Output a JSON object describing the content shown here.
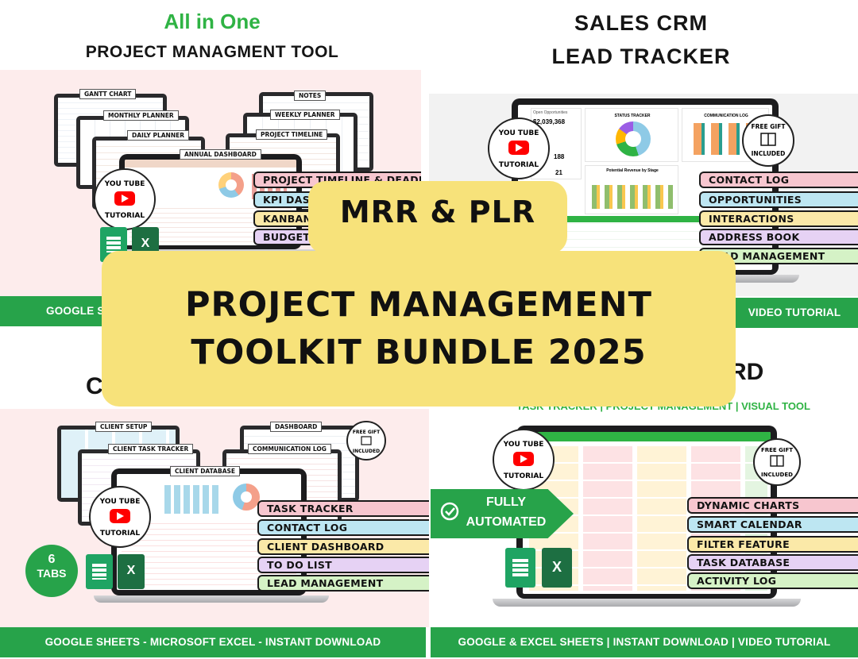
{
  "q1": {
    "title_line1": "All in One",
    "title_line2": "PROJECT MANAGMENT TOOL",
    "footer": "GOOGLE SHEETS - MICROSOFT EXCEL",
    "footer_visible": "GOOGLE S",
    "labels": [
      "GANTT CHART",
      "MONTHLY PLANNER",
      "DAILY PLANNER",
      "ANNUAL DASHBOARD",
      "NOTES",
      "WEEKLY PLANNER",
      "PROJECT TIMELINE"
    ],
    "features": [
      {
        "label": "PROJECT TIMELINE & DEADLINE",
        "color": "#f7c6cf"
      },
      {
        "label": "KPI DASHBOARD",
        "color": "#bde6f2"
      },
      {
        "label": "KANBAN BOARD",
        "color": "#fbe9a8"
      },
      {
        "label": "BUDGET ANALYSIS",
        "color": "#e6d2f4"
      }
    ],
    "youtube_lines": [
      "YOU TUBE",
      "TUTORIAL"
    ]
  },
  "q2": {
    "title_line1": "SALES CRM",
    "title_line2": "LEAD TRACKER",
    "footer": "VIDEO TUTORIAL",
    "widgets": {
      "open_opportunities": "Open Opportunities",
      "amount": "$2,039,368",
      "count1": "188",
      "count2": "21",
      "status_tracker": "STATUS TRACKER",
      "communication_log": "COMMUNICATION LOG",
      "potential_revenue": "Potential Revenue by Stage"
    },
    "features": [
      {
        "label": "CONTACT LOG",
        "color": "#f7c6cf"
      },
      {
        "label": "OPPORTUNITIES",
        "color": "#bde6f2"
      },
      {
        "label": "INTERACTIONS",
        "color": "#fbe9a8"
      },
      {
        "label": "ADDRESS BOOK",
        "color": "#e6d2f4"
      },
      {
        "label": "LEAD MANAGEMENT",
        "color": "#d5f2c6"
      }
    ],
    "youtube_lines": [
      "YOU TUBE",
      "TUTORIAL"
    ],
    "gift_lines": [
      "FREE GIFT",
      "INCLUDED"
    ]
  },
  "q3": {
    "title_partial": "C",
    "footer": "GOOGLE SHEETS - MICROSOFT EXCEL - INSTANT DOWNLOAD",
    "labels": [
      "CLIENT SETUP",
      "CLIENT TASK TRACKER",
      "CLIENT DATABASE",
      "DASHBOARD",
      "COMMUNICATION LOG"
    ],
    "features": [
      {
        "label": "TASK TRACKER",
        "color": "#f7c6cf"
      },
      {
        "label": "CONTACT LOG",
        "color": "#bde6f2"
      },
      {
        "label": "CLIENT DASHBOARD",
        "color": "#fbe9a8"
      },
      {
        "label": "TO DO LIST",
        "color": "#e6d2f4"
      },
      {
        "label": "LEAD MANAGEMENT",
        "color": "#d5f2c6"
      }
    ],
    "tabs_badge": {
      "number": "6",
      "word": "TABS"
    },
    "youtube_lines": [
      "YOU TUBE",
      "TUTORIAL"
    ],
    "gift_lines": [
      "FREE GIFT",
      "INCLUDED"
    ]
  },
  "q4": {
    "title_partial": "RD",
    "subtitle": "TASK TRACKER | PROJECT MANAGEMENT | VISUAL TOOL",
    "footer": "GOOGLE & EXCEL SHEETS | INSTANT DOWNLOAD | VIDEO TUTORIAL",
    "automated_lines": [
      "FULLY",
      "AUTOMATED"
    ],
    "features": [
      {
        "label": "DYNAMIC CHARTS",
        "color": "#f7c6cf"
      },
      {
        "label": "SMART CALENDAR",
        "color": "#bde6f2"
      },
      {
        "label": "FILTER FEATURE",
        "color": "#fbe9a8"
      },
      {
        "label": "TASK DATABASE",
        "color": "#e6d2f4"
      },
      {
        "label": "ACTIVITY LOG",
        "color": "#d5f2c6"
      }
    ],
    "youtube_lines": [
      "YOU TUBE",
      "TUTORIAL"
    ],
    "gift_lines": [
      "FREE GIFT",
      "INCLUDED"
    ]
  },
  "banner": {
    "tag": "MRR & PLR",
    "line1": "PROJECT MANAGEMENT",
    "line2": "TOOLKIT BUNDLE 2025"
  },
  "icons": {
    "excel_letter": "X"
  },
  "colors": {
    "green": "#27a34a",
    "banner_yellow": "#f7e27a",
    "youtube_red": "#ff0000",
    "sheets_green": "#1fa463",
    "excel_green": "#1d6f42"
  }
}
